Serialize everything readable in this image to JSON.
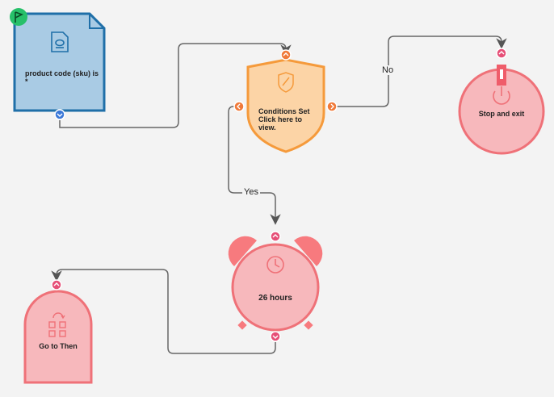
{
  "nodes": {
    "trigger": {
      "label": "product code (sku) is *"
    },
    "conditions": {
      "label": "Conditions Set Click here to view."
    },
    "stop": {
      "label": "Stop and exit"
    },
    "delay": {
      "label": "26 hours"
    },
    "goto": {
      "label": "Go to Then"
    }
  },
  "edges": {
    "no_label": "No",
    "yes_label": "Yes"
  },
  "colors": {
    "background": "#f3f3f3",
    "trigger_fill": "#a9cbe4",
    "trigger_stroke": "#1f6fa8",
    "trigger_badge": "#27c06a",
    "conditions_fill": "#fcd4a6",
    "conditions_stroke": "#f59a3b",
    "action_fill": "#f7b8bc",
    "action_stroke": "#ef7178",
    "connector": "#e64f77",
    "edge": "#555555"
  },
  "icons": {
    "trigger": "document-search-icon",
    "conditions": "shield-icon",
    "stop": "power-icon",
    "delay": "clock-icon",
    "goto": "goto-grid-icon",
    "badge": "flag-icon"
  }
}
